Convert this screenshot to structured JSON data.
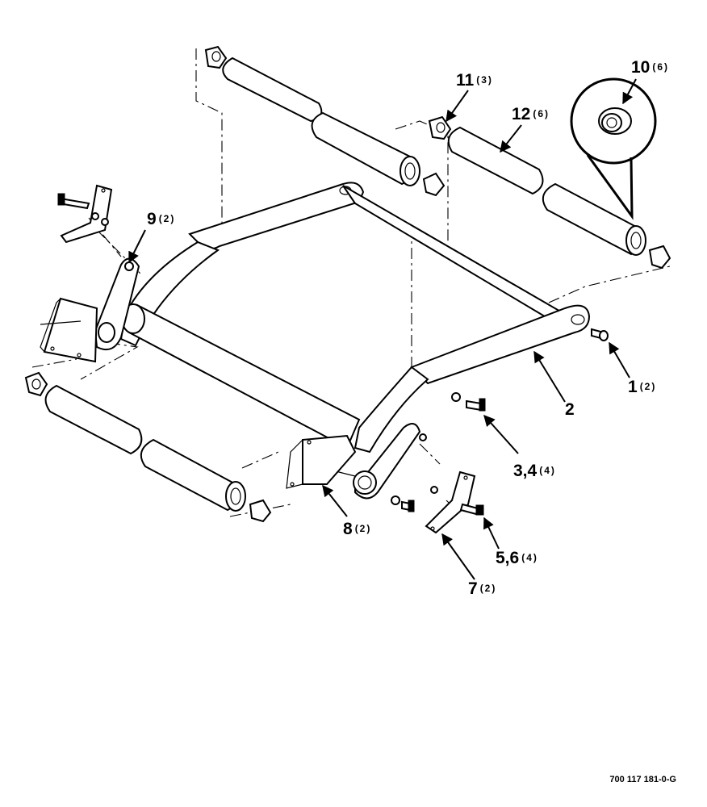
{
  "figure_id": "700 117 181-0-G",
  "callouts": [
    {
      "id": "c1",
      "number": "1",
      "qty": "(2)"
    },
    {
      "id": "c2",
      "number": "2",
      "qty": ""
    },
    {
      "id": "c3",
      "number": "3,4",
      "qty": "(4)"
    },
    {
      "id": "c5",
      "number": "5,6",
      "qty": "(4)"
    },
    {
      "id": "c7",
      "number": "7",
      "qty": "(2)"
    },
    {
      "id": "c8",
      "number": "8",
      "qty": "(2)"
    },
    {
      "id": "c9",
      "number": "9",
      "qty": "(2)"
    },
    {
      "id": "c10",
      "number": "10",
      "qty": "(6)"
    },
    {
      "id": "c11",
      "number": "11",
      "qty": "(3)"
    },
    {
      "id": "c12",
      "number": "12",
      "qty": "(6)"
    }
  ]
}
